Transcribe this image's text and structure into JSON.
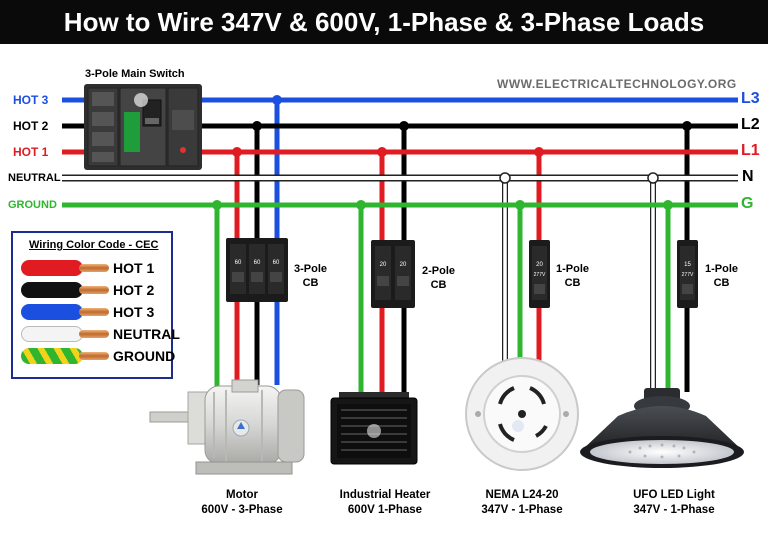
{
  "title": "How to Wire 347V & 600V, 1-Phase & 3-Phase Loads",
  "website": "WWW.ELECTRICALTECHNOLOGY.ORG",
  "main_switch": {
    "label": "3-Pole Main Switch"
  },
  "lines": {
    "hot3": {
      "left": "HOT 3",
      "right": "L3",
      "color": "#1a4fe0"
    },
    "hot2": {
      "left": "HOT 2",
      "right": "L2",
      "color": "#000000"
    },
    "hot1": {
      "left": "HOT 1",
      "right": "L1",
      "color": "#e01b22"
    },
    "neutral": {
      "left": "NEUTRAL",
      "right": "N",
      "color": "#ffffff"
    },
    "ground": {
      "left": "GROUND",
      "right": "G",
      "color": "#2fb52f"
    }
  },
  "legend": {
    "title": "Wiring Color Code - CEC",
    "items": [
      {
        "label": "HOT 1",
        "color": "#e01b22"
      },
      {
        "label": "HOT 2",
        "color": "#111111"
      },
      {
        "label": "HOT 3",
        "color": "#1a4fe0"
      },
      {
        "label": "NEUTRAL",
        "color": "#f4f4f4"
      },
      {
        "label": "GROUND",
        "color": "#2fb52f"
      }
    ]
  },
  "breakers": [
    {
      "line1": "3-Pole",
      "line2": "CB",
      "ratings": [
        "60",
        "60",
        "60"
      ]
    },
    {
      "line1": "2-Pole",
      "line2": "CB",
      "ratings": [
        "20",
        "20"
      ]
    },
    {
      "line1": "1-Pole",
      "line2": "CB",
      "ratings": [
        "20"
      ],
      "voltage": "277V"
    },
    {
      "line1": "1-Pole",
      "line2": "CB",
      "ratings": [
        "15"
      ],
      "voltage": "277V"
    }
  ],
  "loads": [
    {
      "name": "Motor",
      "spec": "600V - 3-Phase"
    },
    {
      "name": "Industrial Heater",
      "spec": "600V  1-Phase"
    },
    {
      "name": "NEMA L24-20",
      "spec": "347V - 1-Phase"
    },
    {
      "name": "UFO LED Light",
      "spec": "347V - 1-Phase"
    }
  ]
}
